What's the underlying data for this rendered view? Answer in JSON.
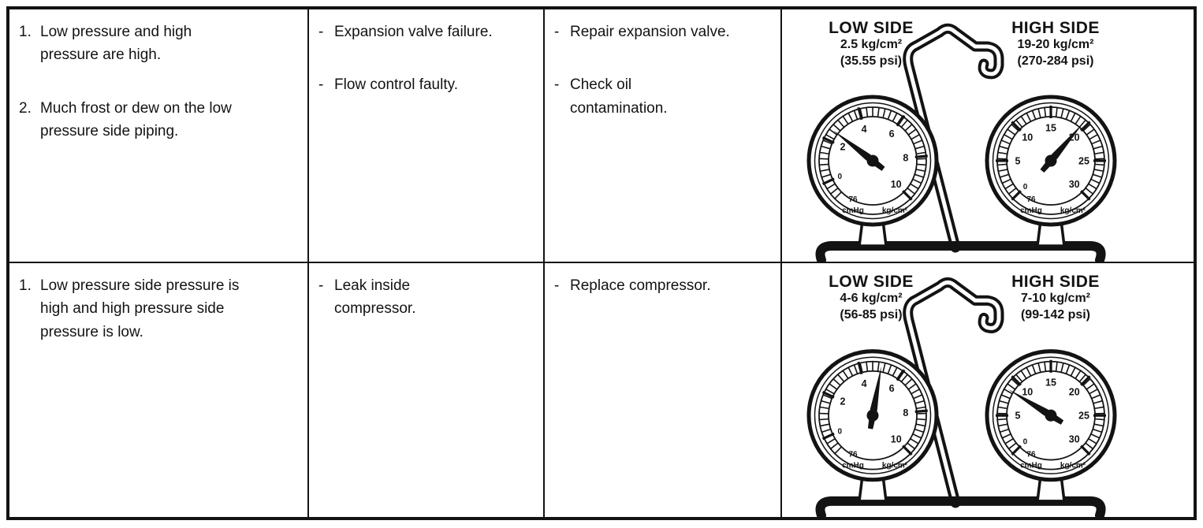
{
  "ink_color": "#131313",
  "background_color": "#ffffff",
  "table": {
    "rows": [
      {
        "symptoms": [
          {
            "marker": "1.",
            "text": "Low pressure and high\npressure are high."
          },
          {
            "marker": "2.",
            "text": "Much frost or dew on the low\npressure side piping."
          }
        ],
        "causes": [
          {
            "marker": "-",
            "text": "Expansion valve failure."
          },
          {
            "marker": "-",
            "text": "Flow control faulty."
          }
        ],
        "remedies": [
          {
            "marker": "-",
            "text": "Repair expansion valve."
          },
          {
            "marker": "-",
            "text": "Check oil\ncontamination."
          }
        ],
        "diagram": {
          "low": {
            "title": "LOW SIDE",
            "pressure": "2.5 kg/cm²",
            "psi": "(35.55 psi)",
            "needle_value": 2.5,
            "dial": {
              "max": 10,
              "zero_angle": -115,
              "labels": [
                2,
                4,
                6,
                8,
                10
              ],
              "zero_label": "0",
              "vacuum_scale": "76",
              "vacuum_unit": "cmHg",
              "pressure_unit": "kg/cm²"
            }
          },
          "high": {
            "title": "HIGH SIDE",
            "pressure": "19-20 kg/cm²",
            "psi": "(270-284 psi)",
            "needle_value": 19.5,
            "dial": {
              "max": 30,
              "zero_angle": -135,
              "labels": [
                5,
                10,
                15,
                20,
                25,
                30
              ],
              "zero_label": "0",
              "vacuum_scale": "76",
              "vacuum_unit": "cmHg",
              "pressure_unit": "kg/cm²"
            }
          }
        }
      },
      {
        "symptoms": [
          {
            "marker": "1.",
            "text": "Low pressure side pressure is\nhigh and high pressure side\npressure is low."
          }
        ],
        "causes": [
          {
            "marker": "-",
            "text": "Leak inside\ncompressor."
          }
        ],
        "remedies": [
          {
            "marker": "-",
            "text": "Replace compressor."
          }
        ],
        "diagram": {
          "low": {
            "title": "LOW SIDE",
            "pressure": "4-6 kg/cm²",
            "psi": "(56-85 psi)",
            "needle_value": 5,
            "dial": {
              "max": 10,
              "zero_angle": -115,
              "labels": [
                2,
                4,
                6,
                8,
                10
              ],
              "zero_label": "0",
              "vacuum_scale": "76",
              "vacuum_unit": "cmHg",
              "pressure_unit": "kg/cm²"
            }
          },
          "high": {
            "title": "HIGH SIDE",
            "pressure": "7-10 kg/cm²",
            "psi": "(99-142 psi)",
            "needle_value": 8.5,
            "dial": {
              "max": 30,
              "zero_angle": -135,
              "labels": [
                5,
                10,
                15,
                20,
                25,
                30
              ],
              "zero_label": "0",
              "vacuum_scale": "76",
              "vacuum_unit": "cmHg",
              "pressure_unit": "kg/cm²"
            }
          }
        }
      }
    ]
  }
}
